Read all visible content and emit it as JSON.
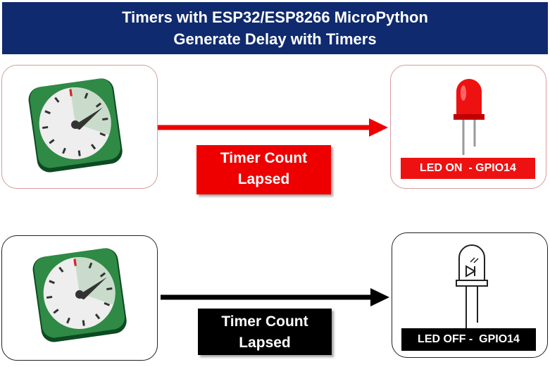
{
  "header": {
    "line1": "Timers with ESP32/ESP8266 MicroPython",
    "line2": "Generate Delay with Timers"
  },
  "rows": [
    {
      "label_line1": "Timer Count",
      "label_line2": "Lapsed",
      "led_text": "LED ON  - GPIO14",
      "state": "on"
    },
    {
      "label_line1": "Timer Count",
      "label_line2": "Lapsed",
      "led_text": "LED OFF -  GPIO14",
      "state": "off"
    }
  ],
  "icons": [
    "stopwatch-icon",
    "red-led-icon",
    "led-outline-icon"
  ],
  "colors": {
    "header": "#0f2a6e",
    "accent_red": "#ee0000",
    "black": "#000000",
    "clock_green": "#1f7a3a"
  }
}
